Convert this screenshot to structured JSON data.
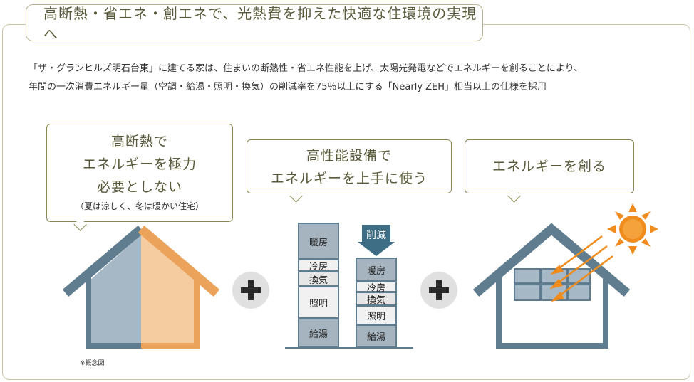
{
  "header": {
    "title": "高断熱・省エネ・創エネで、光熱費を抑えた快適な住環境の実現へ"
  },
  "intro": {
    "line1": "「ザ・グランヒルズ明石台東」に建てる家は、住まいの断熱性・省エネ性能を上げ、太陽光発電などでエネルギーを創ることにより、",
    "line2": "年間の一次消費エネルギー量（空調・給湯・照明・換気）の削減率を75％以上にする「Nearly ZEH」相当以上の仕様を採用"
  },
  "panels": [
    {
      "lines": [
        "高断熱で",
        "エネルギーを極力",
        "必要としない"
      ],
      "sub": "（夏は涼しく、冬は暖かい住宅）"
    },
    {
      "lines": [
        "高性能設備で",
        "エネルギーを上手に使う"
      ]
    },
    {
      "lines": [
        "エネルギーを創る"
      ]
    }
  ],
  "energy_chart": {
    "before": [
      "暖房",
      "冷房",
      "換気",
      "照明",
      "給湯"
    ],
    "after": [
      "暖房",
      "冷房",
      "換気",
      "照明",
      "給湯"
    ],
    "reduction_label": "削減"
  },
  "note": "※概念図",
  "colors": {
    "house_blue": "#5f7d8e",
    "house_orange": "#eba35b",
    "wall_blue": "#a6b8c6",
    "wall_orange": "#f5cba0",
    "sun": "#f08c1e",
    "frame": "#c9c5a5"
  },
  "icons": [
    "plus-icon",
    "sun-icon",
    "house-icon",
    "down-arrow-icon"
  ]
}
